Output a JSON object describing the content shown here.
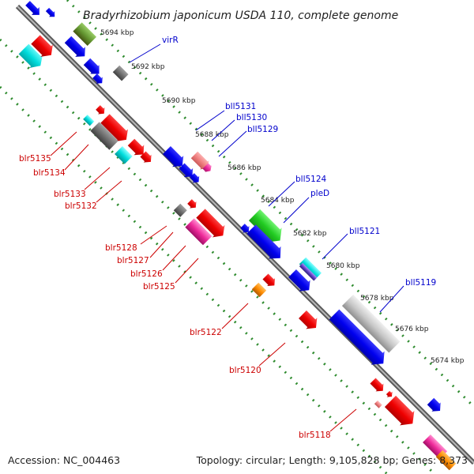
{
  "title": "Bradyrhizobium japonicum USDA 110, complete genome",
  "footer": {
    "accession": "Accession: NC_004463",
    "summary": "Topology: circular; Length: 9,105,828 bp; Genes: 8,373"
  },
  "kbp_ticks": [
    "5694 kbp",
    "5692 kbp",
    "5690 kbp",
    "5688 kbp",
    "5686 kbp",
    "5684 kbp",
    "5682 kbp",
    "5680 kbp",
    "5678 kbp",
    "5676 kbp",
    "5674 kbp"
  ],
  "genes_top": [
    "virR",
    "bll5131",
    "bll5130",
    "bll5129",
    "bll5124",
    "pleD",
    "bll5121",
    "bll5119"
  ],
  "genes_bottom": [
    "blr5135",
    "blr5134",
    "blr5133",
    "blr5132",
    "blr5128",
    "blr5127",
    "blr5126",
    "blr5125",
    "blr5122",
    "blr5120",
    "blr5118"
  ],
  "colors": {
    "top_label": "#0000cc",
    "bottom_label": "#cc0000",
    "backbone": "#888888",
    "dots": "#2e8b2e"
  }
}
